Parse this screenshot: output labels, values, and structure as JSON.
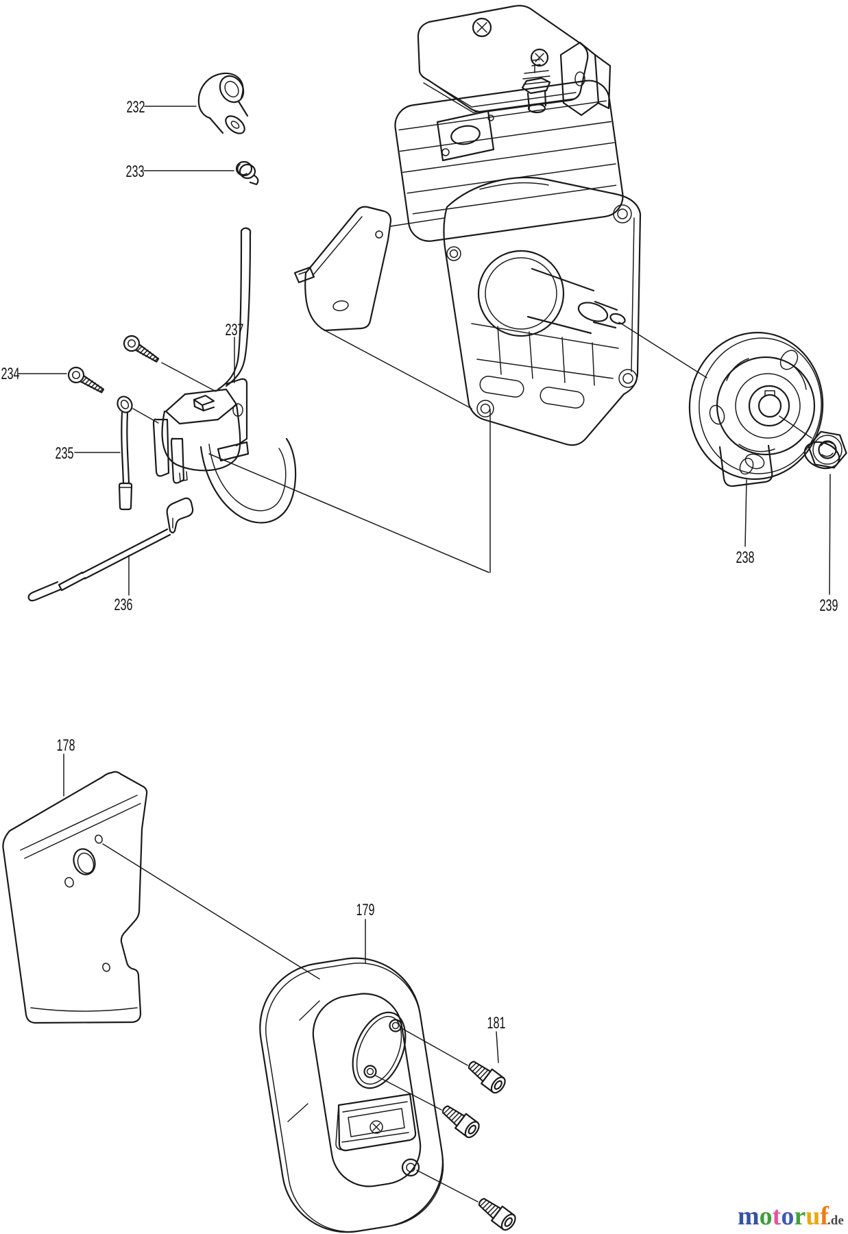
{
  "part_labels": {
    "p178": "178",
    "p179": "179",
    "p181": "181",
    "p232": "232",
    "p233": "233",
    "p234": "234",
    "p235": "235",
    "p236": "236",
    "p237": "237",
    "p238": "238",
    "p239": "239"
  },
  "logo": {
    "letters": [
      {
        "char": "m",
        "color": "#3552a5"
      },
      {
        "char": "o",
        "color": "#3f9e3c"
      },
      {
        "char": "t",
        "color": "#e4559e"
      },
      {
        "char": "o",
        "color": "#4059b5"
      },
      {
        "char": "r",
        "color": "#42a03e"
      },
      {
        "char": "u",
        "color": "#eca612"
      },
      {
        "char": "f",
        "color": "#ed7b17"
      }
    ],
    "suffix": ".de",
    "suffix_color": "#474747",
    "line_color": "#1a1a1a"
  }
}
